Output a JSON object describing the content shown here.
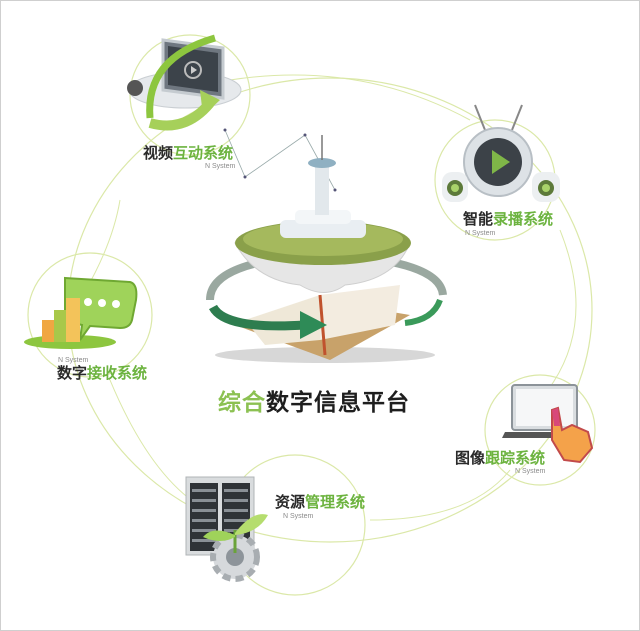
{
  "diagram": {
    "type": "hub-and-spoke",
    "center": {
      "title_highlight": "综合",
      "title_rest": "数字信息平台",
      "illustration": "floating-island-city-on-open-book"
    },
    "nodes": [
      {
        "id": "video",
        "label_dark": "视频",
        "label_green": "互动系统",
        "subtitle": "N System",
        "icon": "video-monitor-icon"
      },
      {
        "id": "recording",
        "label_dark": "智能",
        "label_green": "录播系统",
        "subtitle": "N System",
        "icon": "tv-speakers-icon"
      },
      {
        "id": "receive",
        "label_dark": "数字",
        "label_green": "接收系统",
        "subtitle": "N System",
        "icon": "chat-bar-chart-icon"
      },
      {
        "id": "tracking",
        "label_dark": "图像",
        "label_green": "跟踪系统",
        "subtitle": "N System",
        "icon": "laptop-pointer-icon"
      },
      {
        "id": "resource",
        "label_dark": "资源",
        "label_green": "管理系统",
        "subtitle": "N System",
        "icon": "server-gear-sprout-icon"
      }
    ],
    "colors": {
      "accent_green": "#6cb33f",
      "light_green": "#8cc152",
      "ring_line": "#d4e3a0",
      "text_dark": "#2a2a2a"
    }
  }
}
